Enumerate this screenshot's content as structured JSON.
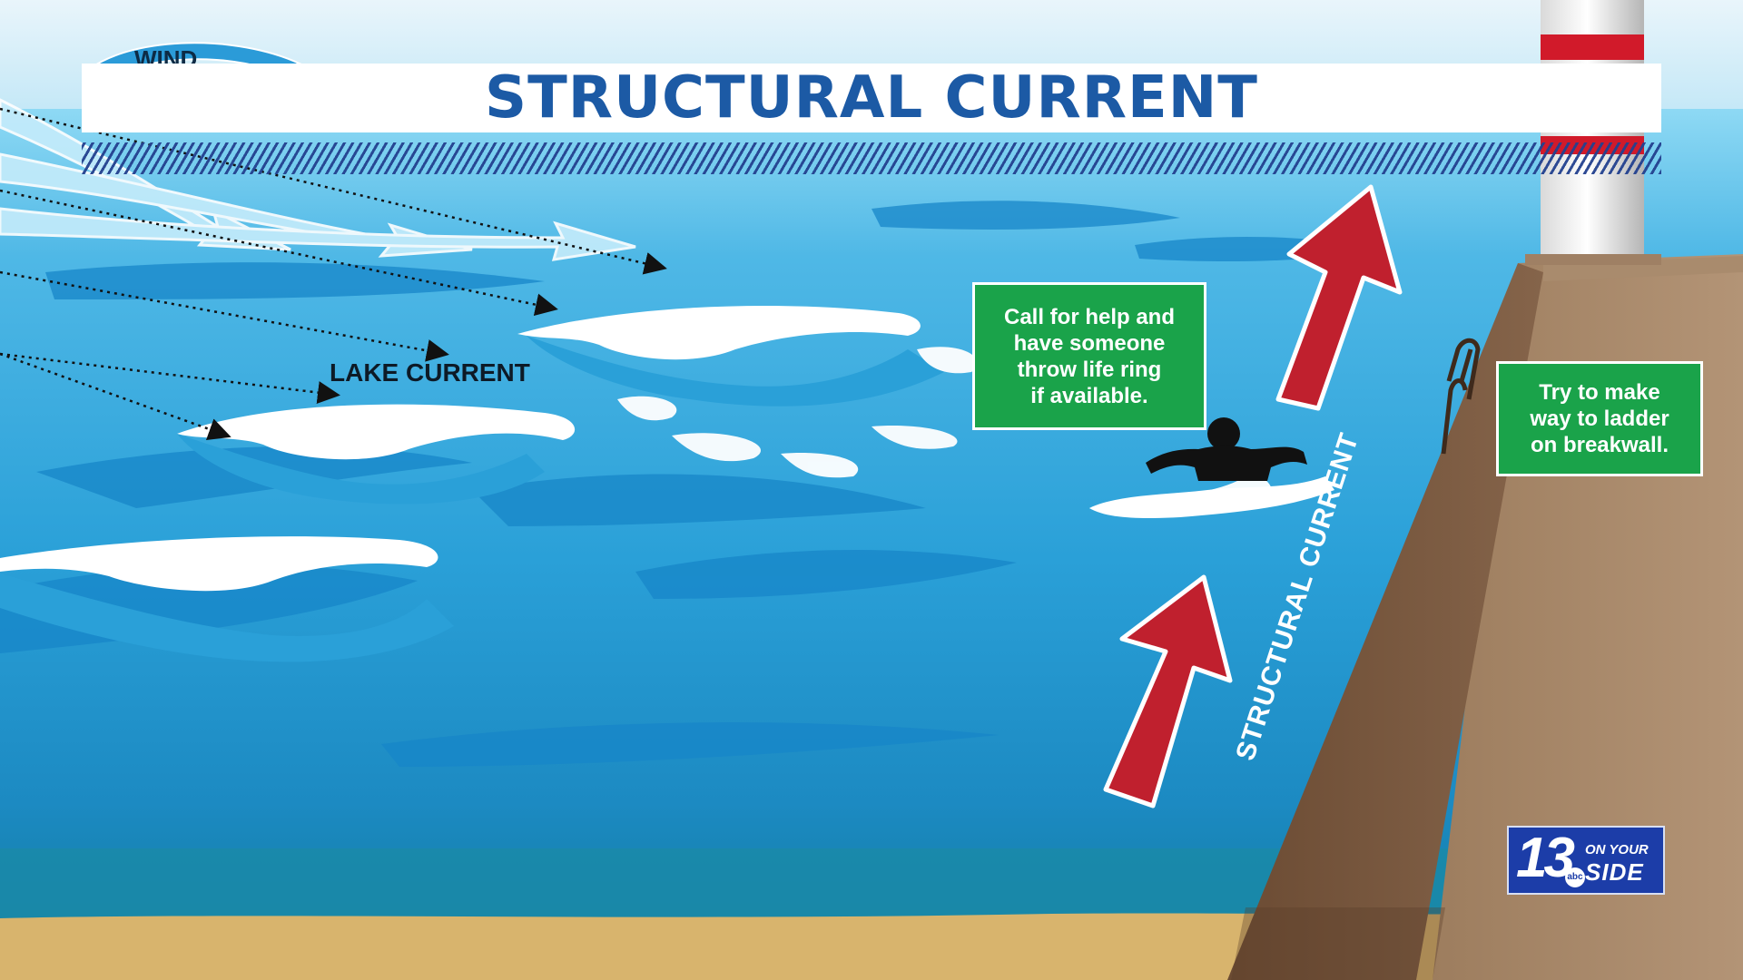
{
  "title": "STRUCTURAL CURRENT",
  "labels": {
    "wind": "WIND",
    "lake_current": "LAKE CURRENT",
    "structural_current": "STRUCTURAL CURRENT"
  },
  "callouts": {
    "help": [
      "Call for help and",
      "have someone",
      "throw life ring",
      "if available."
    ],
    "ladder": [
      "Try to make",
      "way to ladder",
      "on breakwall."
    ]
  },
  "logo": {
    "number": "13",
    "network": "abc",
    "line1": "ON YOUR",
    "line2": "SIDE"
  },
  "colors": {
    "water": "#5cc3ea",
    "deep_water": "#1d8fc9",
    "sand": "#d8b46d",
    "breakwall": "#8a6a4d",
    "arrow_red": "#c0202e",
    "callout_green": "#1aa34a",
    "title_blue": "#1c5aa5",
    "logo_blue": "#1c3da8"
  },
  "icons": [
    "red-up-arrow-icon",
    "swimmer-icon",
    "ladder-icon",
    "lighthouse-icon",
    "wind-arrow-icon"
  ]
}
